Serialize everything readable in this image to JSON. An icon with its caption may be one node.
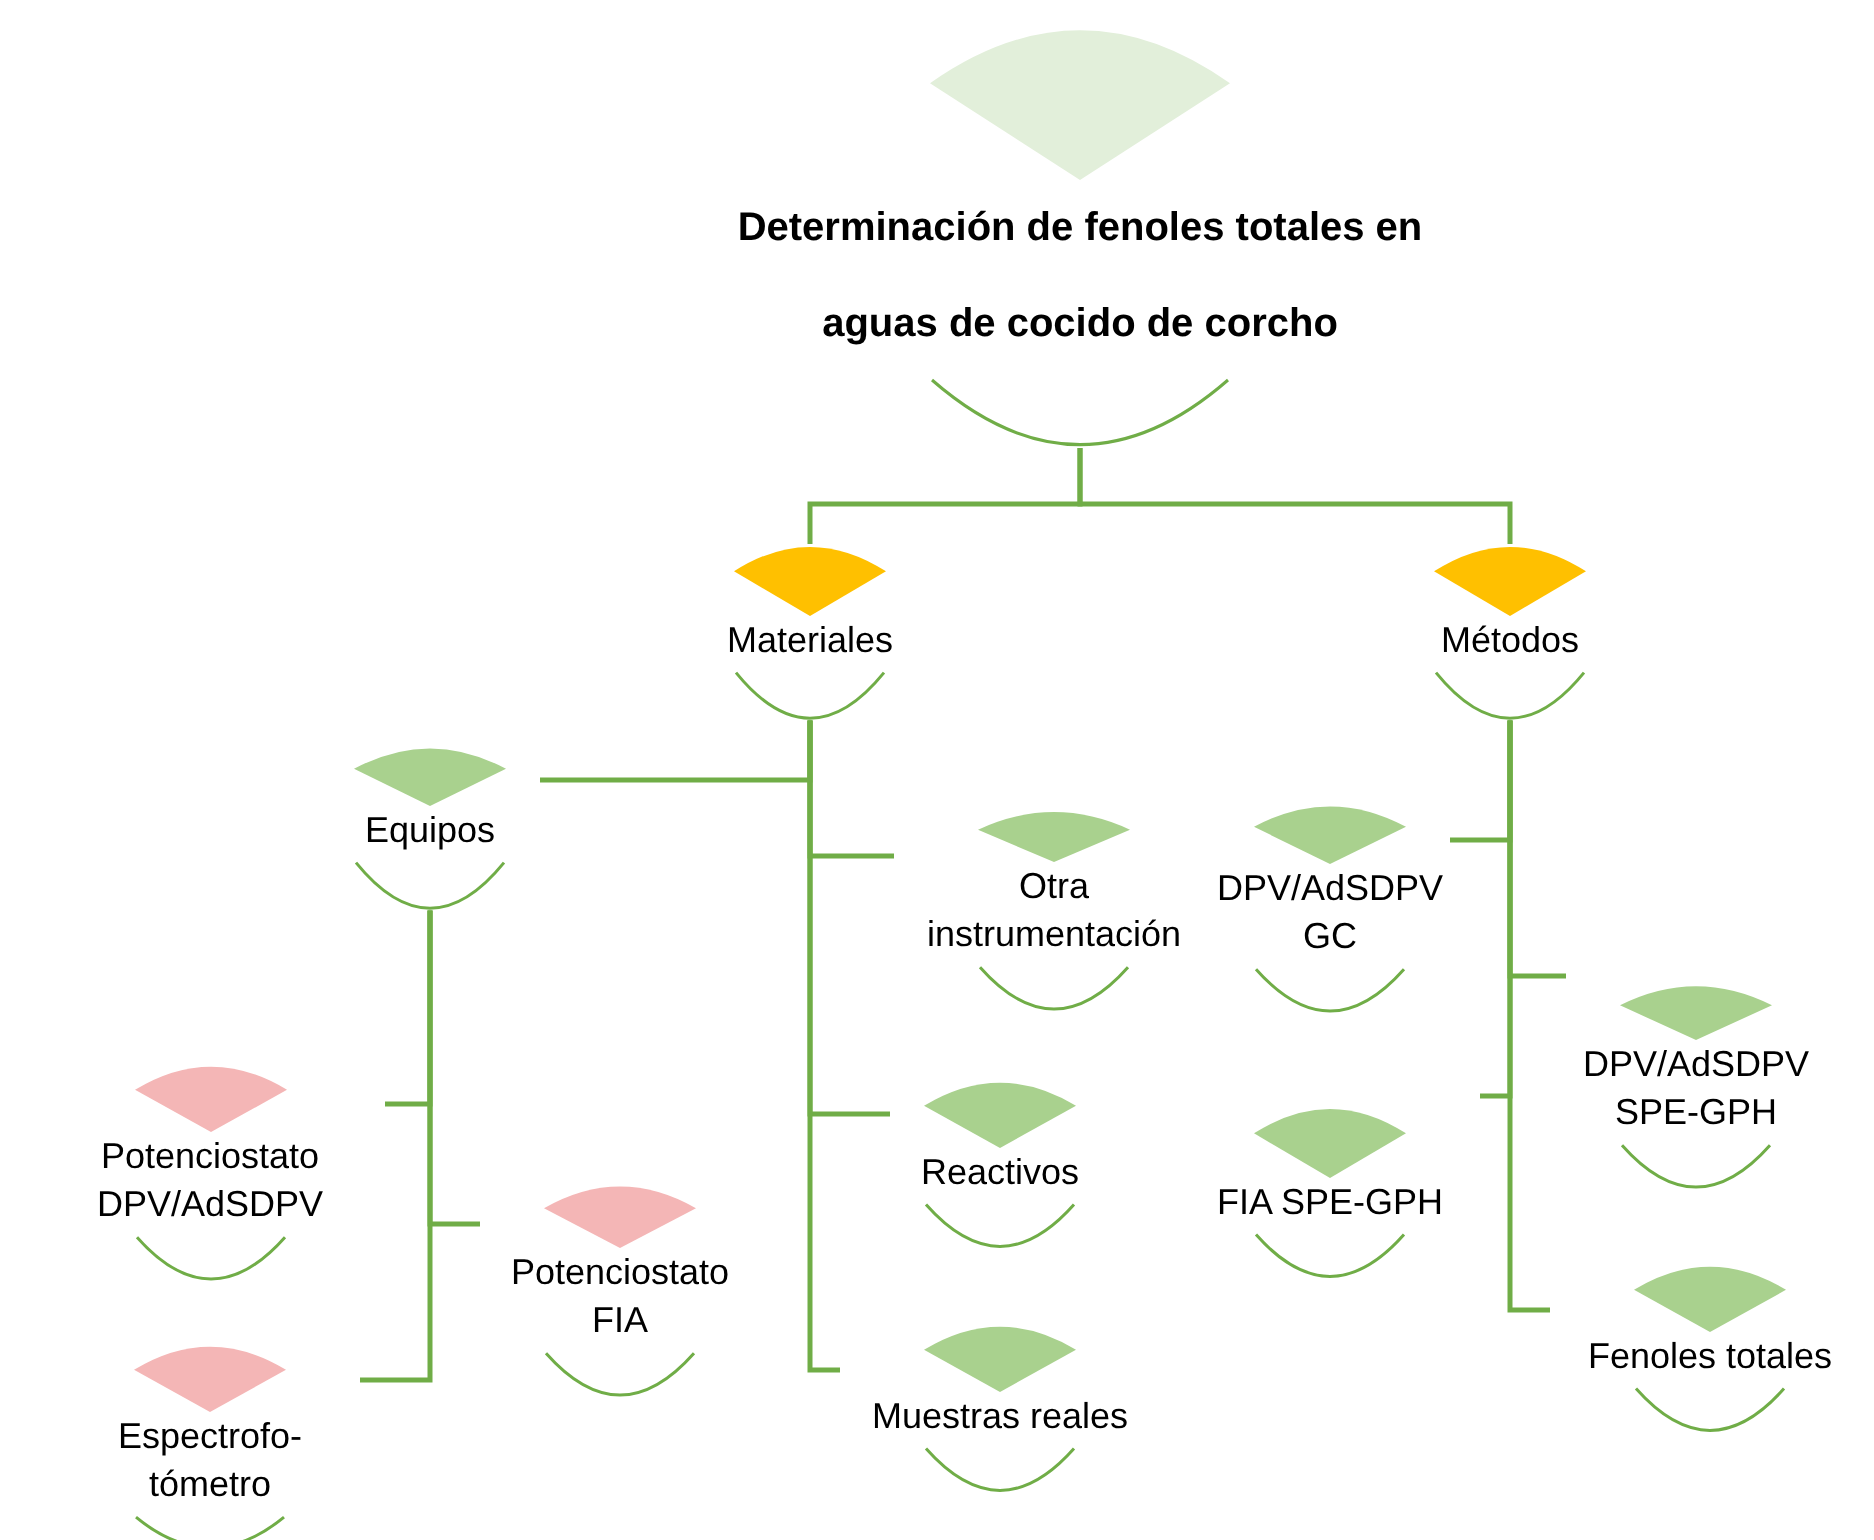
{
  "diagram": {
    "nodes": [
      {
        "text": [
          "Determinación de fenoles totales en aguas de cocido de corcho"
        ]
      },
      {
        "text": [
          "Materiales"
        ]
      },
      {
        "text": [
          "Métodos"
        ]
      },
      {
        "text": [
          "Equipos"
        ]
      },
      {
        "text": [
          "Otra instrumentación"
        ]
      },
      {
        "text": [
          "Reactivos"
        ]
      },
      {
        "text": [
          "Muestras reales"
        ]
      },
      {
        "text": [
          "DPV/AdSDPV GC"
        ]
      },
      {
        "text": [
          "DPV/AdSDPV SPE-GPH"
        ]
      },
      {
        "text": [
          "FIA SPE-GPH"
        ]
      },
      {
        "text": [
          "Fenoles totales"
        ]
      },
      {
        "text": [
          "Potenciostato DPV/AdSDPV"
        ]
      },
      {
        "text": [
          "Potenciostato FIA"
        ]
      },
      {
        "text": [
          "Espectrofo- tómetro"
        ]
      }
    ],
    "edges": [
      {
        "from": 0,
        "to": 1,
        "arrow": "none"
      },
      {
        "from": 0,
        "to": 2,
        "arrow": "none"
      },
      {
        "from": 1,
        "to": 3,
        "arrow": "none"
      },
      {
        "from": 1,
        "to": 4,
        "arrow": "none"
      },
      {
        "from": 1,
        "to": 5,
        "arrow": "none"
      },
      {
        "from": 1,
        "to": 6,
        "arrow": "none"
      },
      {
        "from": 2,
        "to": 7,
        "arrow": "none"
      },
      {
        "from": 2,
        "to": 8,
        "arrow": "none"
      },
      {
        "from": 2,
        "to": 9,
        "arrow": "none"
      },
      {
        "from": 2,
        "to": 10,
        "arrow": "none"
      },
      {
        "from": 3,
        "to": 11,
        "arrow": "none"
      },
      {
        "from": 3,
        "to": 12,
        "arrow": "none"
      },
      {
        "from": 3,
        "to": 13,
        "arrow": "none"
      }
    ]
  }
}
